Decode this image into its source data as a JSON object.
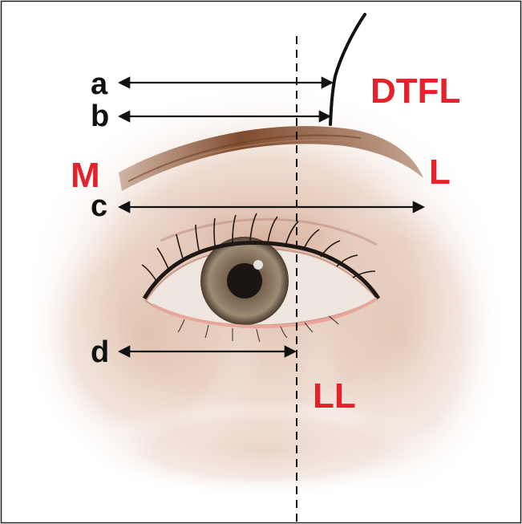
{
  "labels": {
    "a": "a",
    "b": "b",
    "c": "c",
    "d": "d",
    "M": "M",
    "L": "L",
    "DTFL": "DTFL",
    "LL": "LL"
  },
  "colors": {
    "measure_label": "#111111",
    "region_label": "#e3232b",
    "frame": "#222222",
    "skin_shadow": "#dcbdaa",
    "brow": "#8a5638",
    "iris": "#6b5a48",
    "pupil": "#1a1512"
  }
}
